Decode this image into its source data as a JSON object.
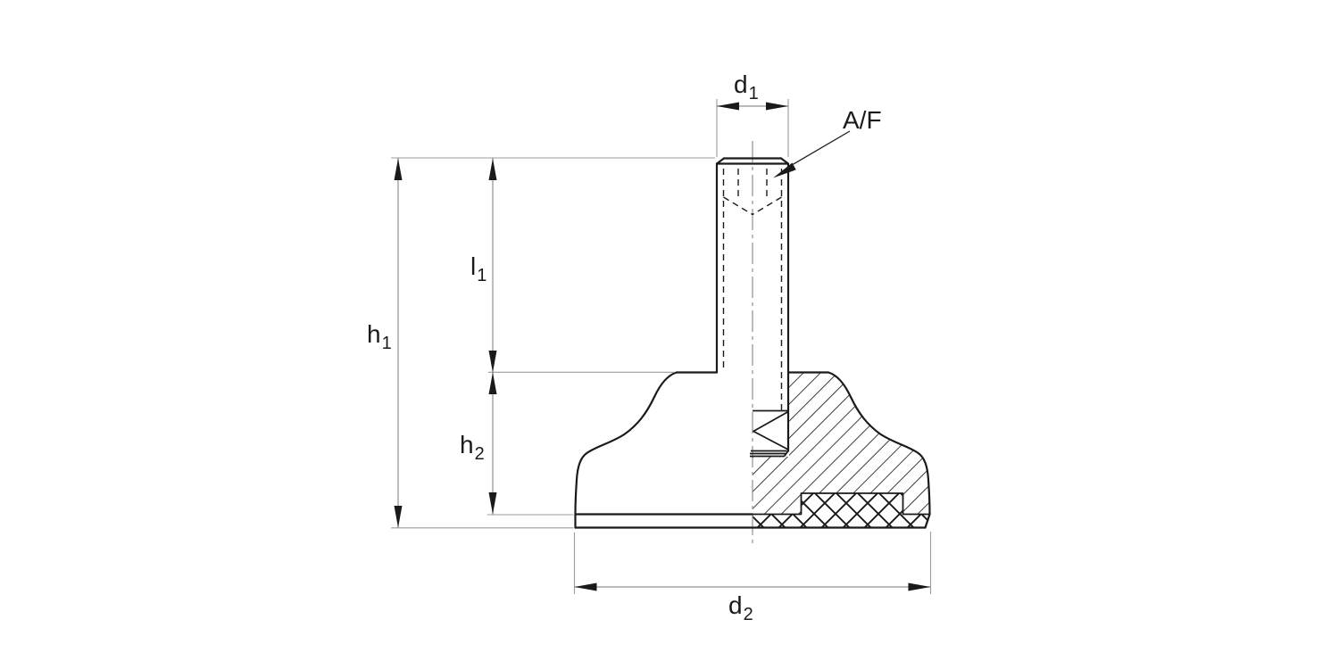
{
  "drawing": {
    "type": "technical-drawing-levelling-foot-section",
    "labels": {
      "d1": {
        "base": "d",
        "sub": "1"
      },
      "af": {
        "text": "A/F"
      },
      "h1": {
        "base": "h",
        "sub": "1"
      },
      "l1": {
        "base": "l",
        "sub": "1"
      },
      "h2": {
        "base": "h",
        "sub": "2"
      },
      "d2": {
        "base": "d",
        "sub": "2"
      }
    }
  },
  "colors": {
    "ink": "#1a1a1a",
    "dimension-line": "#8f9094",
    "extension-line": "#9b9ca0",
    "background": "#ffffff"
  }
}
